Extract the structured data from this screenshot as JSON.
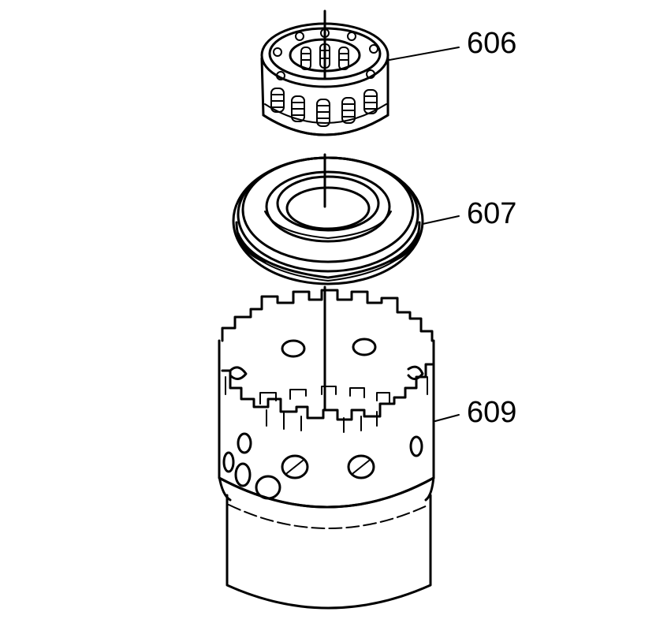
{
  "callouts": {
    "c606": "606",
    "c607": "607",
    "c609": "609"
  },
  "colors": {
    "ink": "#000000",
    "background": "#ffffff"
  }
}
